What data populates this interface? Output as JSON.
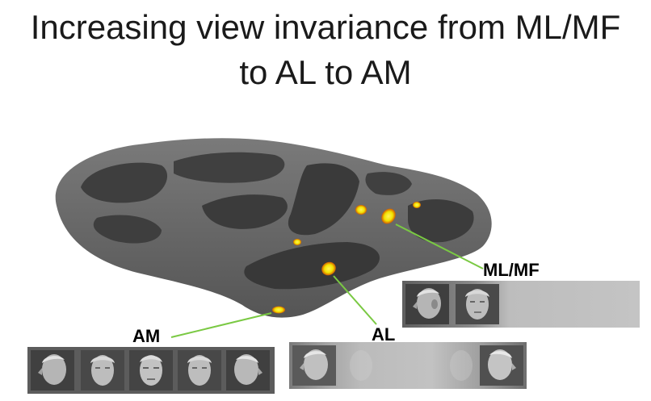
{
  "slide": {
    "title_line1": "Increasing view invariance from ML/MF",
    "title_line2": "to AL to AM"
  },
  "regions": {
    "ml_mf": "ML/MF",
    "al": "AL",
    "am": "AM"
  },
  "colors": {
    "cortex_light": "#6f6f6f",
    "cortex_dark": "#3a3a3a",
    "activation_core": "#f2e200",
    "activation_edge": "#d05a00",
    "connector_line": "#7ac943"
  }
}
